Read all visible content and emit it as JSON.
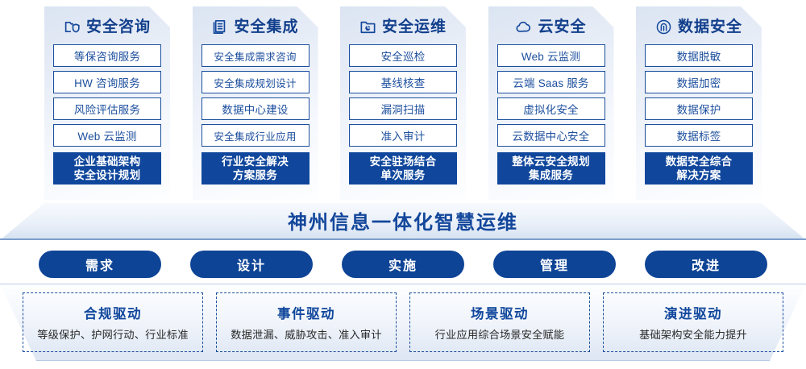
{
  "columns": [
    {
      "icon": "folder-shield-icon",
      "title": "安全咨询",
      "items": [
        "等保咨询服务",
        "HW 咨询服务",
        "风险评估服务",
        "Web 云监测"
      ],
      "footer": [
        "企业基础架构",
        "安全设计规划"
      ]
    },
    {
      "icon": "document-stack-icon",
      "title": "安全集成",
      "items": [
        "安全集成需求咨询",
        "安全集成规划设计",
        "数据中心建设",
        "安全集成行业应用"
      ],
      "footer": [
        "行业安全解决",
        "方案服务"
      ]
    },
    {
      "icon": "folder-chart-icon",
      "title": "安全运维",
      "items": [
        "安全巡检",
        "基线核查",
        "漏洞扫描",
        "准入审计"
      ],
      "footer": [
        "安全驻场结合",
        "单次服务"
      ]
    },
    {
      "icon": "cloud-icon",
      "title": "云安全",
      "items": [
        "Web 云监测",
        "云端 Saas 服务",
        "虚拟化安全",
        "云数据中心安全"
      ],
      "footer": [
        "整体云安全规划",
        "集成服务"
      ]
    },
    {
      "icon": "fingerprint-icon",
      "title": "数据安全",
      "items": [
        "数据脱敏",
        "数据加密",
        "数据保护",
        "数据标签"
      ],
      "footer": [
        "数据安全综合",
        "解决方案"
      ]
    }
  ],
  "banner": {
    "title": "神州信息一体化智慧运维"
  },
  "pills": [
    {
      "label": "需求"
    },
    {
      "label": "设计"
    },
    {
      "label": "实施"
    },
    {
      "label": "管理"
    },
    {
      "label": "改进"
    }
  ],
  "drivers": [
    {
      "title": "合规驱动",
      "subtitle": "等级保护、护网行动、行业标准"
    },
    {
      "title": "事件驱动",
      "subtitle": "数据泄漏、威胁攻击、准入审计"
    },
    {
      "title": "场景驱动",
      "subtitle": "行业应用综合场景安全赋能"
    },
    {
      "title": "演进驱动",
      "subtitle": "基础架构安全能力提升"
    }
  ],
  "colors": {
    "brand_blue": "#10479c",
    "border_blue": "#1b4f9c",
    "text_blue": "#13479b"
  }
}
